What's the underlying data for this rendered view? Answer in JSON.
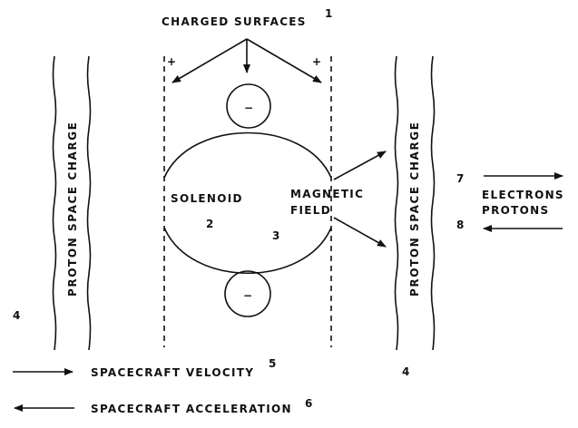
{
  "labels": {
    "charged_surfaces": "CHARGED SURFACES",
    "proton_space_charge_left": "PROTON SPACE CHARGE",
    "proton_space_charge_right": "PROTON SPACE CHARGE",
    "solenoid": "SOLENOID",
    "magnetic": "MAGNETIC",
    "field": "FIELD",
    "electrons": "ELECTRONS",
    "protons": "PROTONS",
    "spacecraft_velocity": "SPACECRAFT VELOCITY",
    "spacecraft_acceleration": "SPACECRAFT ACCELERATION"
  },
  "numbers": {
    "n1": "1",
    "n2": "2",
    "n3": "3",
    "n4_left": "4",
    "n4_bottom": "4",
    "n5": "5",
    "n6": "6",
    "n7": "7",
    "n8": "8"
  },
  "signs": {
    "plus_left": "+",
    "plus_right": "+",
    "minus_top": "−",
    "minus_bottom": "−"
  }
}
